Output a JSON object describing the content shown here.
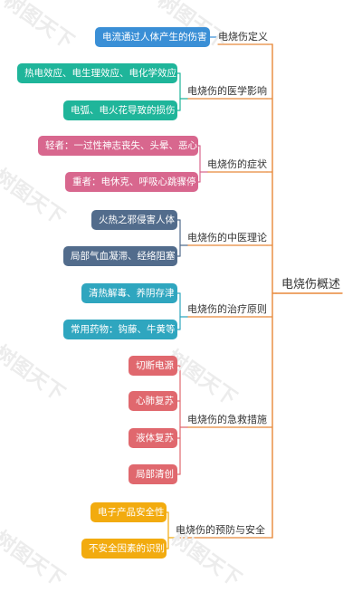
{
  "watermark_text": "树图天下",
  "root": {
    "label": "电烧伤概述",
    "line_color": "#e8893a"
  },
  "branches": [
    {
      "label": "电烧伤定义",
      "color": "#3a8fd6",
      "leaves": [
        "电流通过人体产生的伤害"
      ]
    },
    {
      "label": "电烧伤的医学影响",
      "color": "#1fb59a",
      "leaves": [
        "热电效应、电生理效应、电化学效应",
        "电弧、电火花导致的损伤"
      ]
    },
    {
      "label": "电烧伤的症状",
      "color": "#d8678e",
      "leaves": [
        "轻者：一过性神志丧失、头晕、恶心",
        "重者：电休克、呼吸心跳骤停"
      ]
    },
    {
      "label": "电烧伤的中医理论",
      "color": "#526c8c",
      "leaves": [
        "火热之邪侵害人体",
        "局部气血凝滞、经络阻塞"
      ]
    },
    {
      "label": "电烧伤的治疗原则",
      "color": "#2fa6bf",
      "leaves": [
        "清热解毒、养阴存津",
        "常用药物：钩藤、牛黄等"
      ]
    },
    {
      "label": "电烧伤的急救措施",
      "color": "#e0686e",
      "leaves": [
        "切断电源",
        "心肺复苏",
        "液体复苏",
        "局部清创"
      ]
    },
    {
      "label": "电烧伤的预防与安全",
      "color": "#f2ab0f",
      "leaves": [
        "电子产品安全性",
        "不安全因素的识别"
      ]
    }
  ]
}
